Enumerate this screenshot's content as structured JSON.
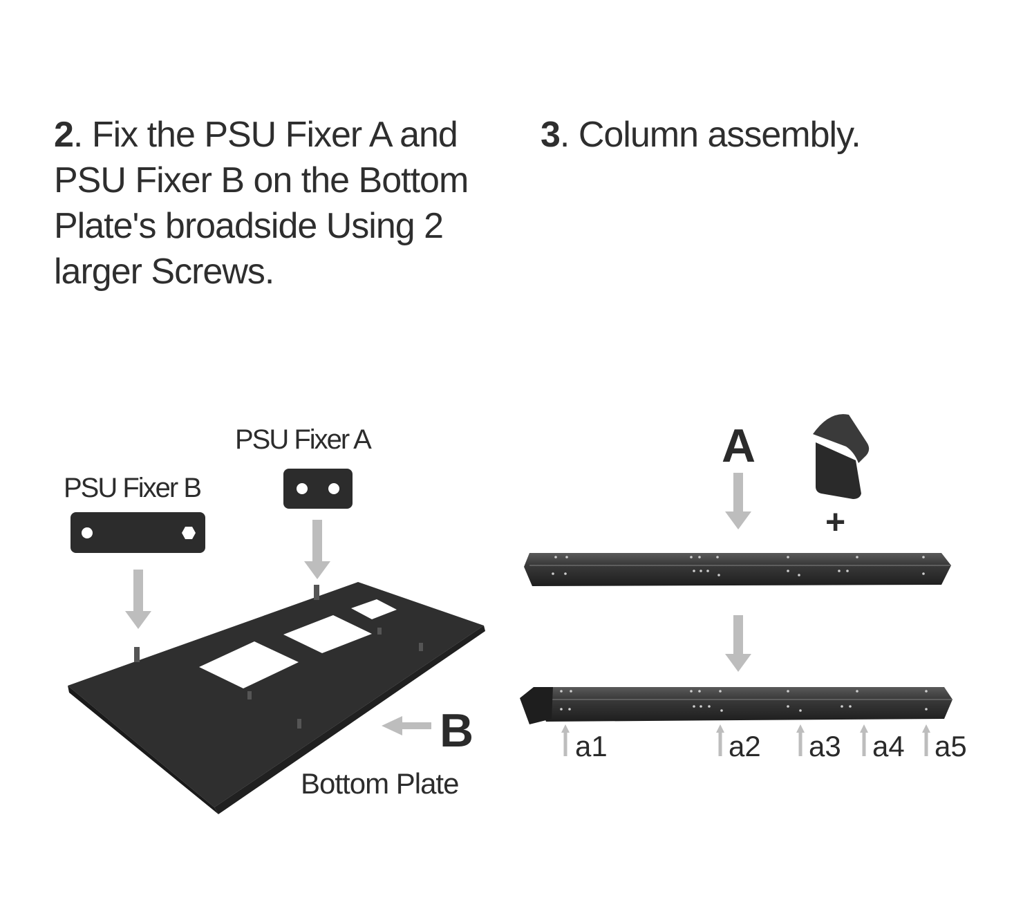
{
  "step2": {
    "number": "2",
    "text": ". Fix the PSU Fixer A and PSU Fixer B on the Bottom Plate's broadside Using 2 larger Screws."
  },
  "step3": {
    "number": "3",
    "text": ". Column assembly."
  },
  "labels": {
    "psu_fixer_a": "PSU Fixer A",
    "psu_fixer_b": "PSU Fixer B",
    "bottom_plate": "Bottom Plate",
    "side_b": "B",
    "part_a": "A",
    "plus": "+"
  },
  "positions": [
    "a1",
    "a2",
    "a3",
    "a4",
    "a5"
  ],
  "colors": {
    "metal": "#2d2d2d",
    "arrow": "#bdbdbd",
    "text": "#2a2a2a"
  }
}
